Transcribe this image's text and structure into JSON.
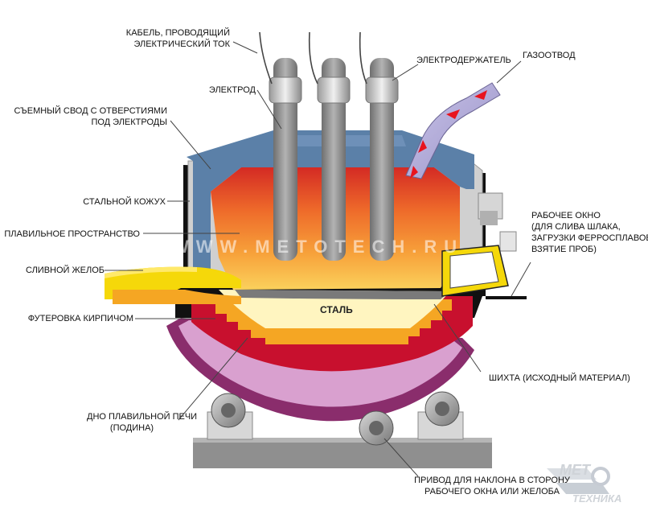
{
  "labels": {
    "cable": "КАБЕЛЬ, ПРОВОДЯЩИЙ\nЭЛЕКТРИЧЕСКИЙ ТОК",
    "electrode_holder": "ЭЛЕКТРОДЕРЖАТЕЛЬ",
    "gas_outlet": "ГАЗООТВОД",
    "electrode": "ЭЛЕКТРОД",
    "roof": "СЪЕМНЫЙ СВОД С ОТВЕРСТИЯМИ\nПОД ЭЛЕКТРОДЫ",
    "shell": "СТАЛЬНОЙ КОЖУХ",
    "melting_space": "ПЛАВИЛЬНОЕ ПРОСТРАНСТВО",
    "spout": "СЛИВНОЙ ЖЕЛОБ",
    "lining": "ФУТЕРОВКА КИРПИЧОМ",
    "work_window": "РАБОЧЕЕ ОКНО\n(ДЛЯ СЛИВА ШЛАКА,\nЗАГРУЗКИ ФЕРРОСПЛАВОВ,\nВЗЯТИЕ ПРОБ)",
    "charge": "ШИХТА (ИСХОДНЫЙ МАТЕРИАЛ)",
    "hearth": "ДНО ПЛАВИЛЬНОЙ ПЕЧИ\n(ПОДИНА)",
    "tilt_drive": "ПРИВОД ДЛЯ НАКЛОНА В СТОРОНУ\nРАБОЧЕГО ОКНА ИЛИ ЖЕЛОБА",
    "steel": "СТАЛЬ"
  },
  "watermark": "WWW.METOTECH.RU",
  "logo": {
    "top": "МЕТ",
    "bottom": "ТЕХНИКА"
  },
  "colors": {
    "roof": "#5b80a8",
    "shell": "#111111",
    "lining_red": "#c8102e",
    "hearth_purple": "#8a2d6c",
    "hearth_pink": "#d9a0cf",
    "steel": "#fff5c0",
    "spout_yellow": "#f5d80a",
    "electrode": "#8c8c8c",
    "leader": "#444444",
    "arrow": "#e8141e"
  }
}
